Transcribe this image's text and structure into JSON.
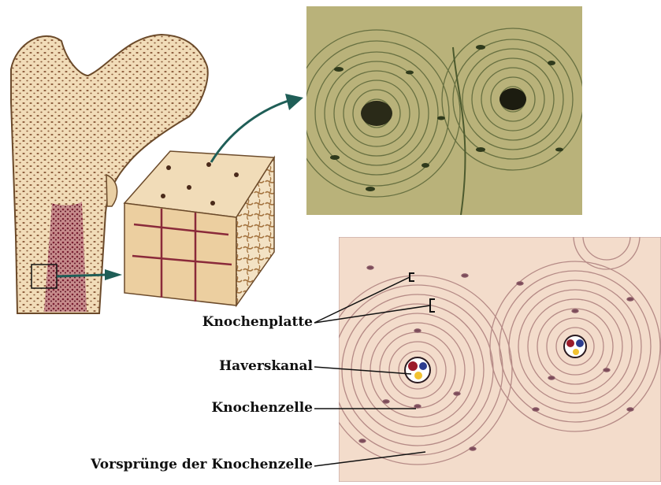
{
  "labels": {
    "knochenplatte": "Knochenplatte",
    "haverskanal": "Haverskanal",
    "knochenzelle": "Knochenzelle",
    "vorsprunge": "Vorsprünge der Knochenzelle"
  },
  "colors": {
    "bone_fill": "#f1dcb8",
    "bone_outline": "#6b4a2a",
    "marrow": "#8a2a3a",
    "arrow": "#1f5e57",
    "micro_bg": "#b9b27a",
    "micro_ring": "#4c5a2e",
    "illus_bg": "#f3dccb",
    "illus_ring": "#b58a86",
    "canal_red": "#9b1b2a",
    "canal_blue": "#2c3d8f",
    "canal_yellow": "#f2c230"
  },
  "icons": {
    "arrow_to_block": "arrow-icon",
    "arrow_to_micro": "arrow-icon"
  }
}
